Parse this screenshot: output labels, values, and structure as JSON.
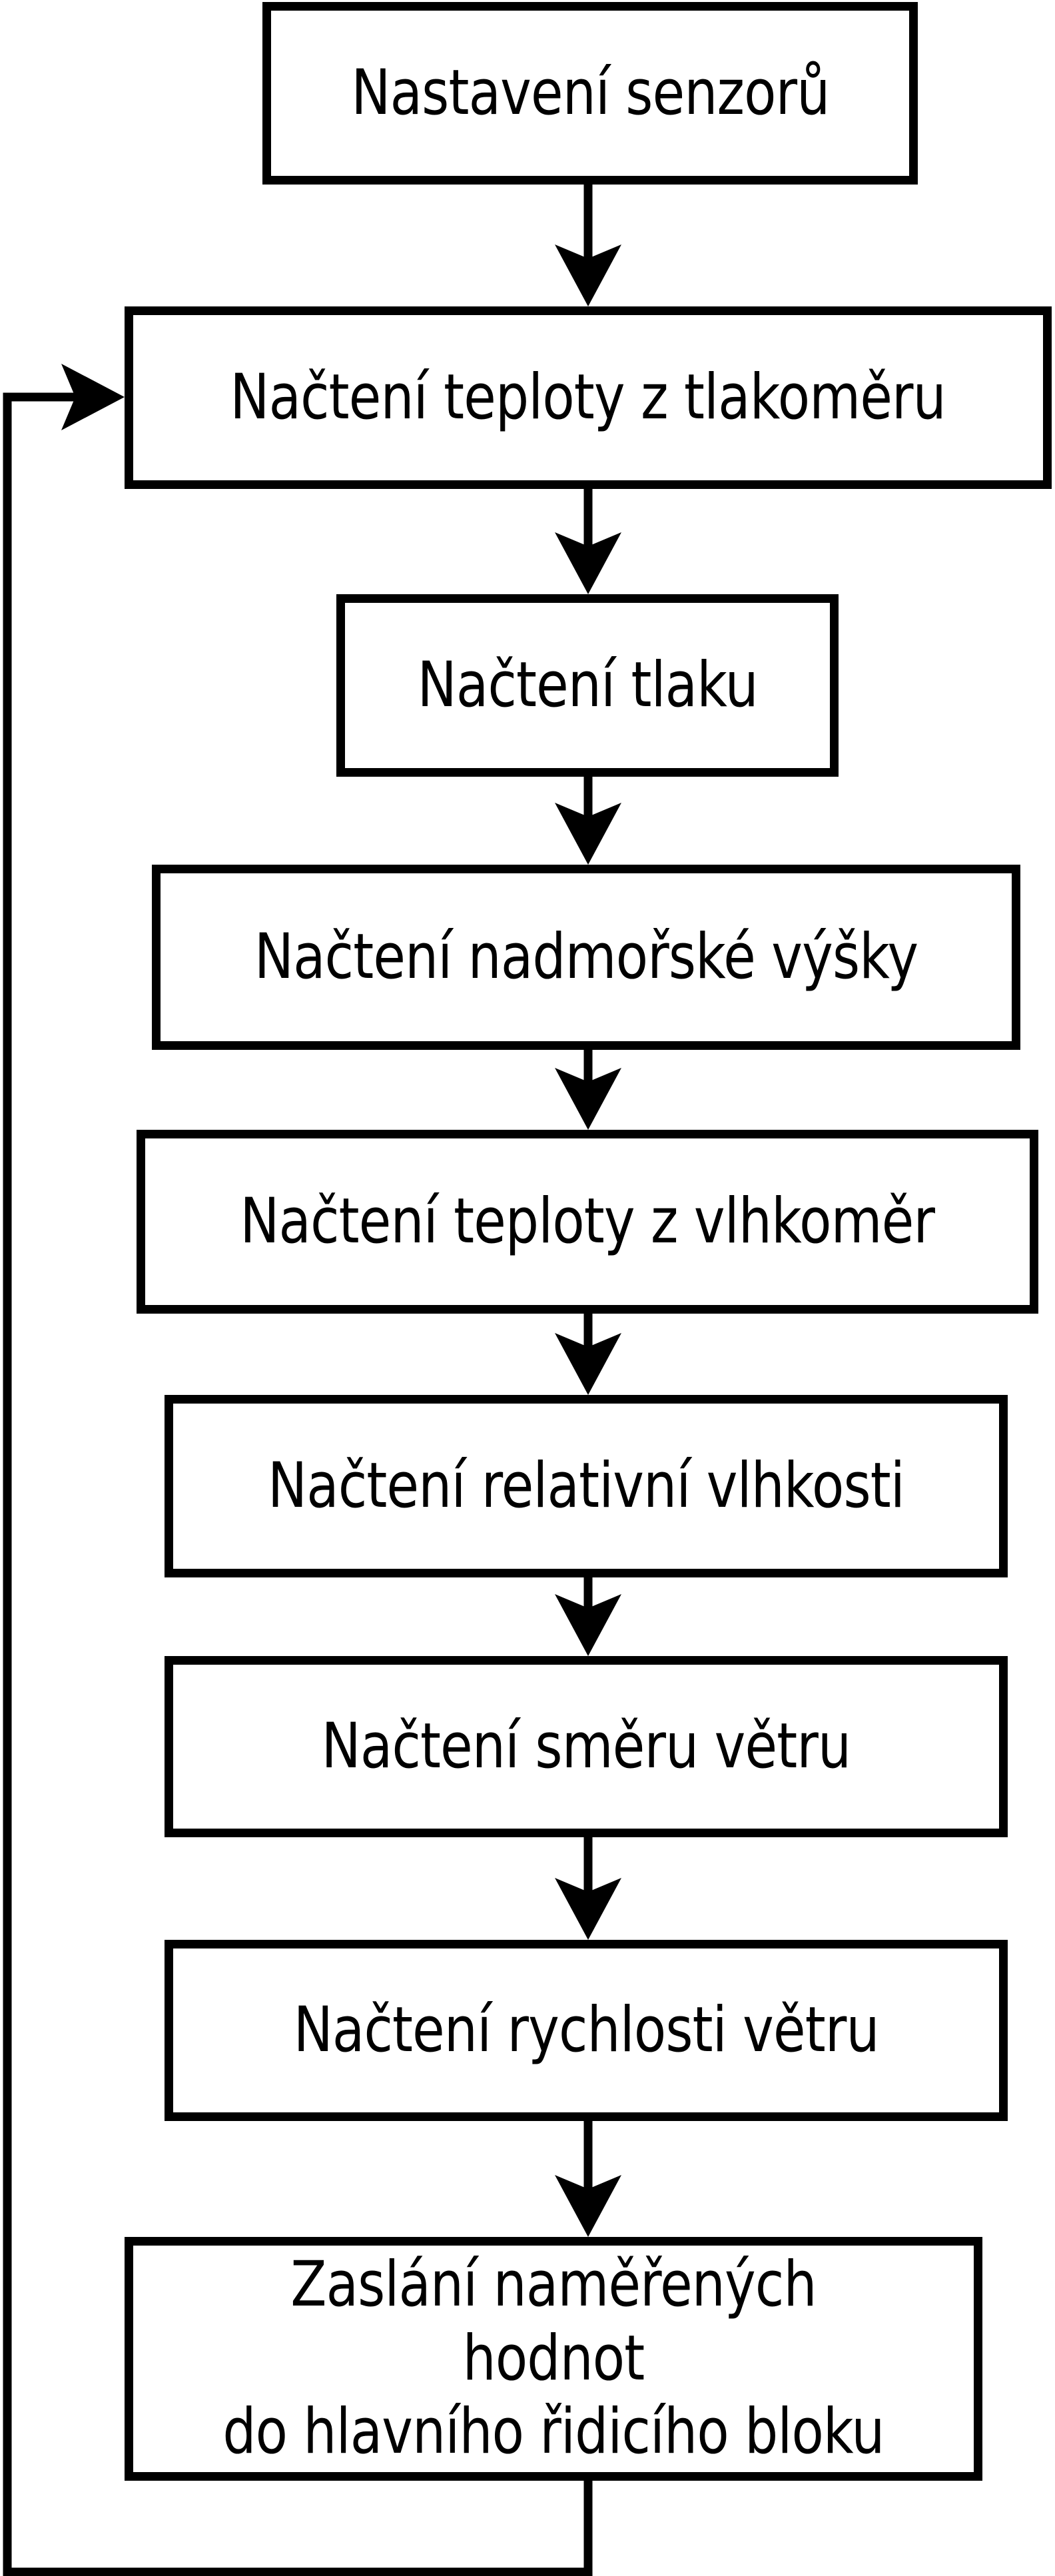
{
  "diagram": {
    "title": "Weather-station sensor reading flowchart",
    "colors": {
      "stroke": "#000000",
      "node_fill": "#ffffff",
      "background": "#ffffff"
    },
    "nodes": [
      {
        "id": "sensor-setup",
        "label": "Nastavení senzorů"
      },
      {
        "id": "temp-from-barometer",
        "label": "Načtení teploty z tlakoměru"
      },
      {
        "id": "pressure",
        "label": "Načtení tlaku"
      },
      {
        "id": "altitude",
        "label": "Načtení nadmořské výšky"
      },
      {
        "id": "temp-from-hygrometer",
        "label": "Načtení teploty z vlhkoměr"
      },
      {
        "id": "relative-humidity",
        "label": "Načtení relativní vlhkosti"
      },
      {
        "id": "wind-direction",
        "label": "Načtení směru větru"
      },
      {
        "id": "wind-speed",
        "label": "Načtení rychlosti větru"
      },
      {
        "id": "send-measured-values",
        "label": "Zaslání naměřených hodnot\ndo hlavního řidicího bloku"
      }
    ],
    "edges": [
      {
        "from": "sensor-setup",
        "to": "temp-from-barometer",
        "type": "arrow-down"
      },
      {
        "from": "temp-from-barometer",
        "to": "pressure",
        "type": "arrow-down"
      },
      {
        "from": "pressure",
        "to": "altitude",
        "type": "arrow-down"
      },
      {
        "from": "altitude",
        "to": "temp-from-hygrometer",
        "type": "arrow-down"
      },
      {
        "from": "temp-from-hygrometer",
        "to": "relative-humidity",
        "type": "arrow-down"
      },
      {
        "from": "relative-humidity",
        "to": "wind-direction",
        "type": "arrow-down"
      },
      {
        "from": "wind-direction",
        "to": "wind-speed",
        "type": "arrow-down"
      },
      {
        "from": "wind-speed",
        "to": "send-measured-values",
        "type": "arrow-down"
      },
      {
        "from": "send-measured-values",
        "to": "temp-from-barometer",
        "type": "loop-back-left"
      }
    ]
  }
}
